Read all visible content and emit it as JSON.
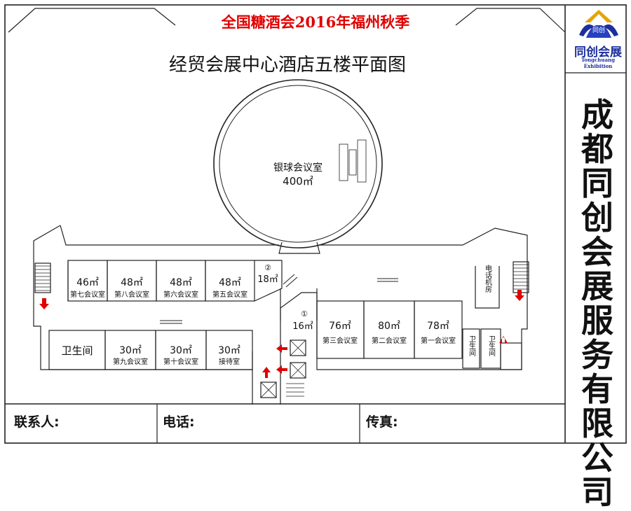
{
  "header": {
    "event_title": "全国糖酒会2016年福州秋季",
    "plan_title": "经贸会展中心酒店五楼平面图"
  },
  "brand": {
    "logo_text": "同创",
    "name": "同创会展",
    "name_en": "Tongchuang Exhibition",
    "company": "成都同创会展服务有限公司",
    "color": "#1c2f9c"
  },
  "footer": {
    "contact_label": "联系人:",
    "phone_label": "电话:",
    "fax_label": "传真:"
  },
  "rooms": {
    "silver_ball": {
      "name": "银球会议室",
      "area": "400㎡"
    },
    "r7": {
      "name": "第七会议室",
      "area": "46㎡"
    },
    "r8": {
      "name": "第八会议室",
      "area": "48㎡"
    },
    "r6": {
      "name": "第六会议室",
      "area": "48㎡"
    },
    "r5": {
      "name": "第五会议室",
      "area": "48㎡"
    },
    "r9": {
      "name": "第九会议室",
      "area": "30㎡"
    },
    "r10": {
      "name": "第十会议室",
      "area": "30㎡"
    },
    "reception": {
      "name": "接待室",
      "area": "30㎡"
    },
    "r3": {
      "name": "第三会议室",
      "area": "76㎡"
    },
    "r2": {
      "name": "第二会议室",
      "area": "80㎡"
    },
    "r1": {
      "name": "第一会议室",
      "area": "78㎡"
    },
    "small2": {
      "marker": "②",
      "area": "18㎡"
    },
    "small1": {
      "marker": "①",
      "area": "16㎡"
    },
    "restroom_big": "卫生间",
    "restroom_a": "卫生间",
    "restroom_b": "卫生间",
    "telecom": "电话机房"
  },
  "colors": {
    "event_title": "#e00000",
    "exit_arrow": "#e00000",
    "line": "#222222"
  }
}
